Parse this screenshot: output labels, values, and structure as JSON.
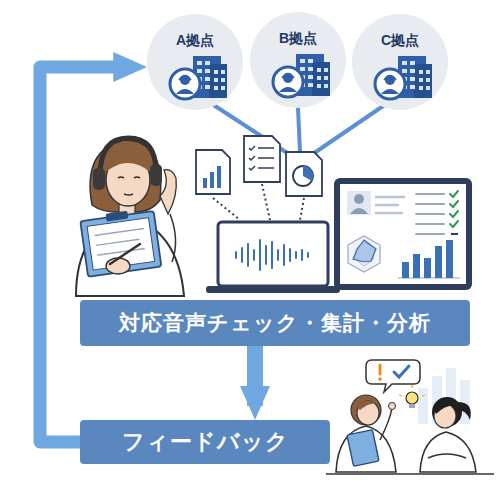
{
  "diagram": {
    "nodes": [
      {
        "text": [
          "A拠点"
        ]
      },
      {
        "text": [
          "B拠点"
        ]
      },
      {
        "text": [
          "C拠点"
        ]
      },
      {
        "text": [
          "対応音声チェック・集計・分析"
        ]
      },
      {
        "text": [
          "フィードバック"
        ]
      }
    ],
    "edges": [
      {
        "from": 3,
        "to": 4,
        "arrow": "to"
      },
      {
        "from": 4,
        "to": 0,
        "arrow": "to"
      }
    ]
  }
}
